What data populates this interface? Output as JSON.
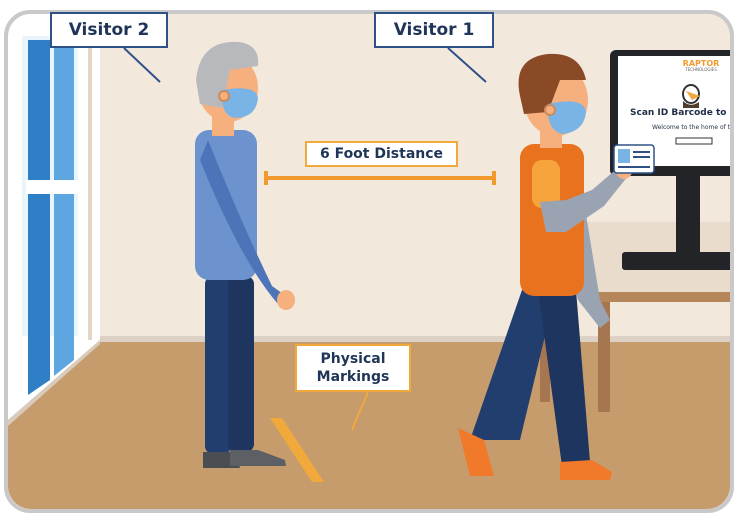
{
  "labels": {
    "visitor_2": "Visitor 2",
    "visitor_1": "Visitor 1",
    "distance": "6 Foot Distance",
    "markings_line1": "Physical",
    "markings_line2": "Markings"
  },
  "kiosk": {
    "brand": "RAPTOR",
    "brand_sub": "TECHNOLOGIES",
    "heading": "Scan ID Barcode to Sig",
    "subheading": "Welcome to the home of the"
  },
  "colors": {
    "wall": "#f3e8dc",
    "floor": "#c79c6c",
    "label_border_blue": "#2e5288",
    "label_border_orange": "#f2a93b",
    "accent_orange": "#f29a2e",
    "visitor1_shirt": "#e9721f",
    "visitor2_shirt": "#6d93cf",
    "pants": "#223e6e",
    "mask": "#7ab4e6"
  }
}
